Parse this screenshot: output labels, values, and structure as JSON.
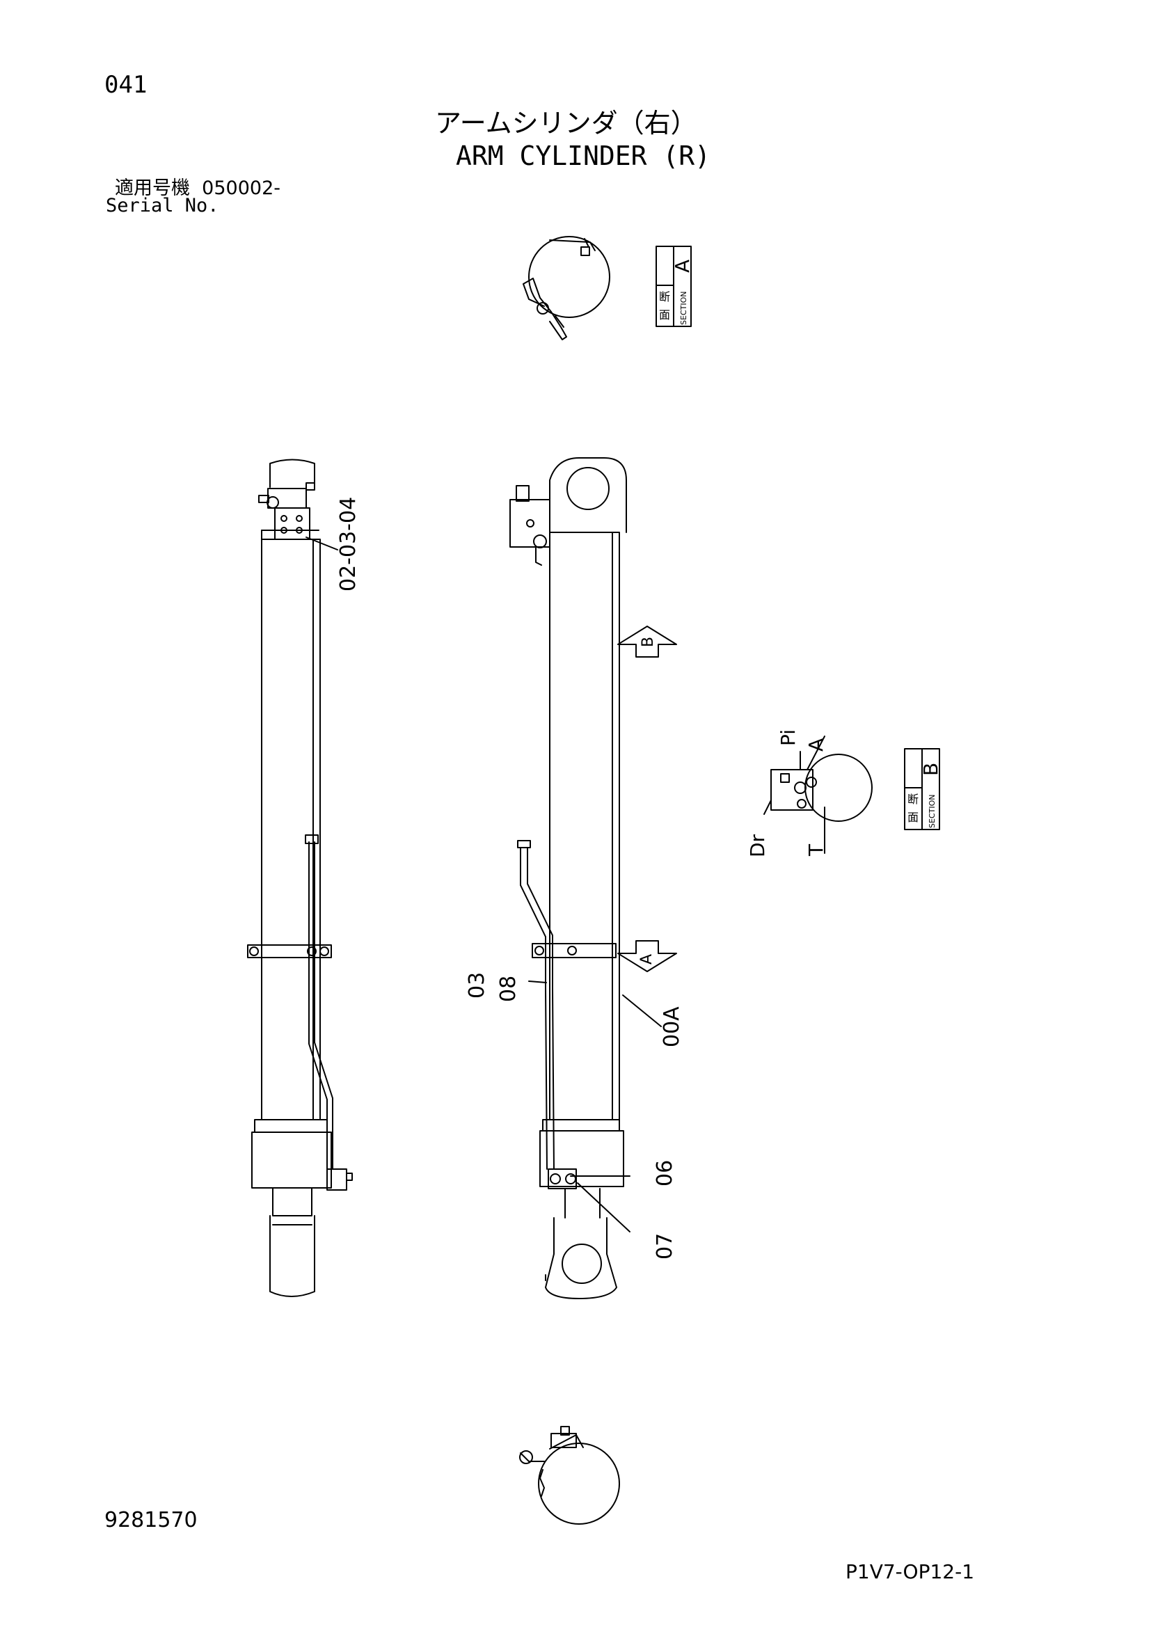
{
  "header": {
    "page_number": "041",
    "title_ja": "アームシリンダ（右）",
    "title_en": "ARM CYLINDER (R)",
    "serial_label_ja": "適用号機",
    "serial_value": "050002-",
    "serial_label_en": "Serial No."
  },
  "sections": {
    "a": {
      "kanji1": "断",
      "kanji2": "面",
      "word": "SECTION",
      "letter": "A"
    },
    "b": {
      "kanji1": "断",
      "kanji2": "面",
      "word": "SECTION",
      "letter": "B"
    }
  },
  "view_arrows": {
    "b": "B",
    "a": "A"
  },
  "port_labels": {
    "pi": "Pi",
    "a": "A",
    "dr": "Dr",
    "t": "T"
  },
  "callouts": {
    "c020304": "02-03-04",
    "c03": "03",
    "c08": "08",
    "c00a": "00A",
    "c06": "06",
    "c07": "07"
  },
  "footer": {
    "drawing_number": "9281570",
    "sheet_code": "P1V7-OP12-1"
  },
  "colors": {
    "line": "#000000",
    "background": "#ffffff"
  }
}
